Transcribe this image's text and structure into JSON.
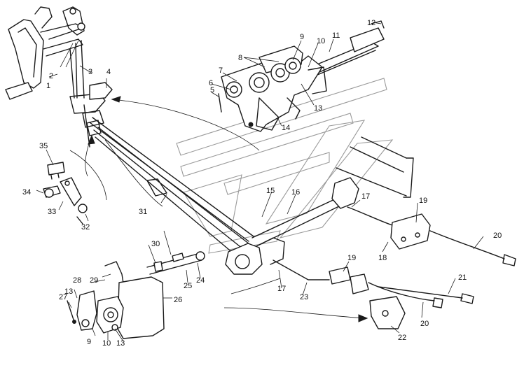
{
  "diagram": {
    "callout_labels": [
      "1",
      "2",
      "3",
      "4",
      "5",
      "6",
      "7",
      "8",
      "9",
      "10",
      "11",
      "12",
      "13",
      "14",
      "15",
      "16",
      "17",
      "17",
      "18",
      "19",
      "19",
      "20",
      "20",
      "21",
      "22",
      "23",
      "24",
      "25",
      "26",
      "27",
      "28",
      "29",
      "30",
      "31",
      "32",
      "33",
      "34",
      "35",
      "9",
      "10",
      "13",
      "13"
    ]
  },
  "colors": {
    "ink": "#1a1a1a",
    "paper": "#ffffff",
    "watermark": "#9a9a9a"
  }
}
